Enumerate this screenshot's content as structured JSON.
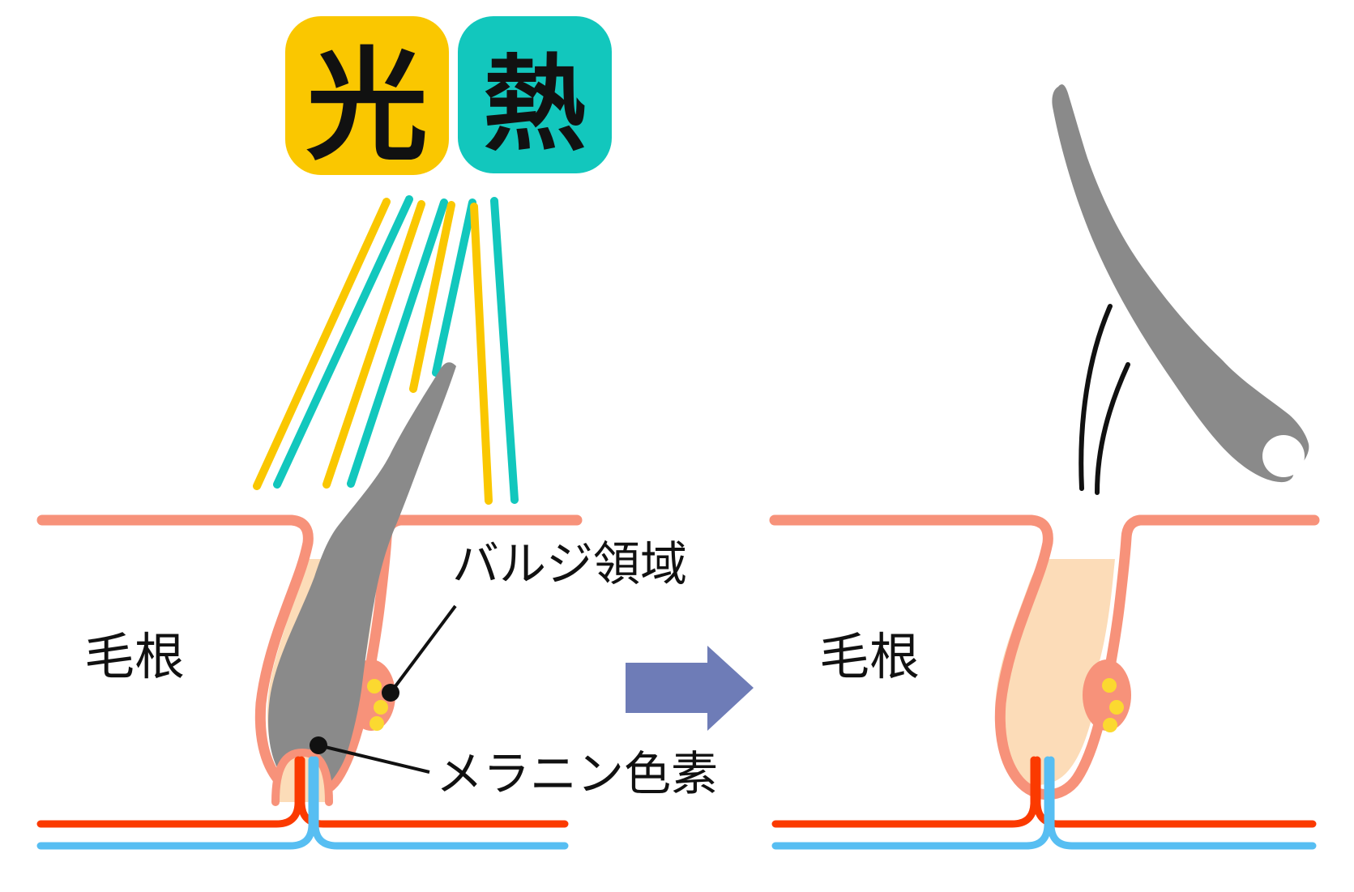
{
  "legend": {
    "light_label": "光",
    "heat_label": "熱"
  },
  "left_panel": {
    "hair_root_label": "毛根",
    "bulge_region_label": "バルジ領域",
    "melanin_label": "メラニン色素"
  },
  "right_panel": {
    "hair_root_label": "毛根"
  },
  "colors": {
    "background": "#FFFFFF",
    "light_yellow": "#FAC700",
    "heat_teal": "#12C7BD",
    "skin_salmon": "#F7927A",
    "follicle_peach": "#FCDCB8",
    "hair_gray": "#8A8A8A",
    "vessel_red": "#FB3A00",
    "vessel_blue": "#57BEF2",
    "melanin_dot_yellow": "#FBD930",
    "arrow_blue": "#6E7CB7",
    "label_black": "#111111"
  }
}
